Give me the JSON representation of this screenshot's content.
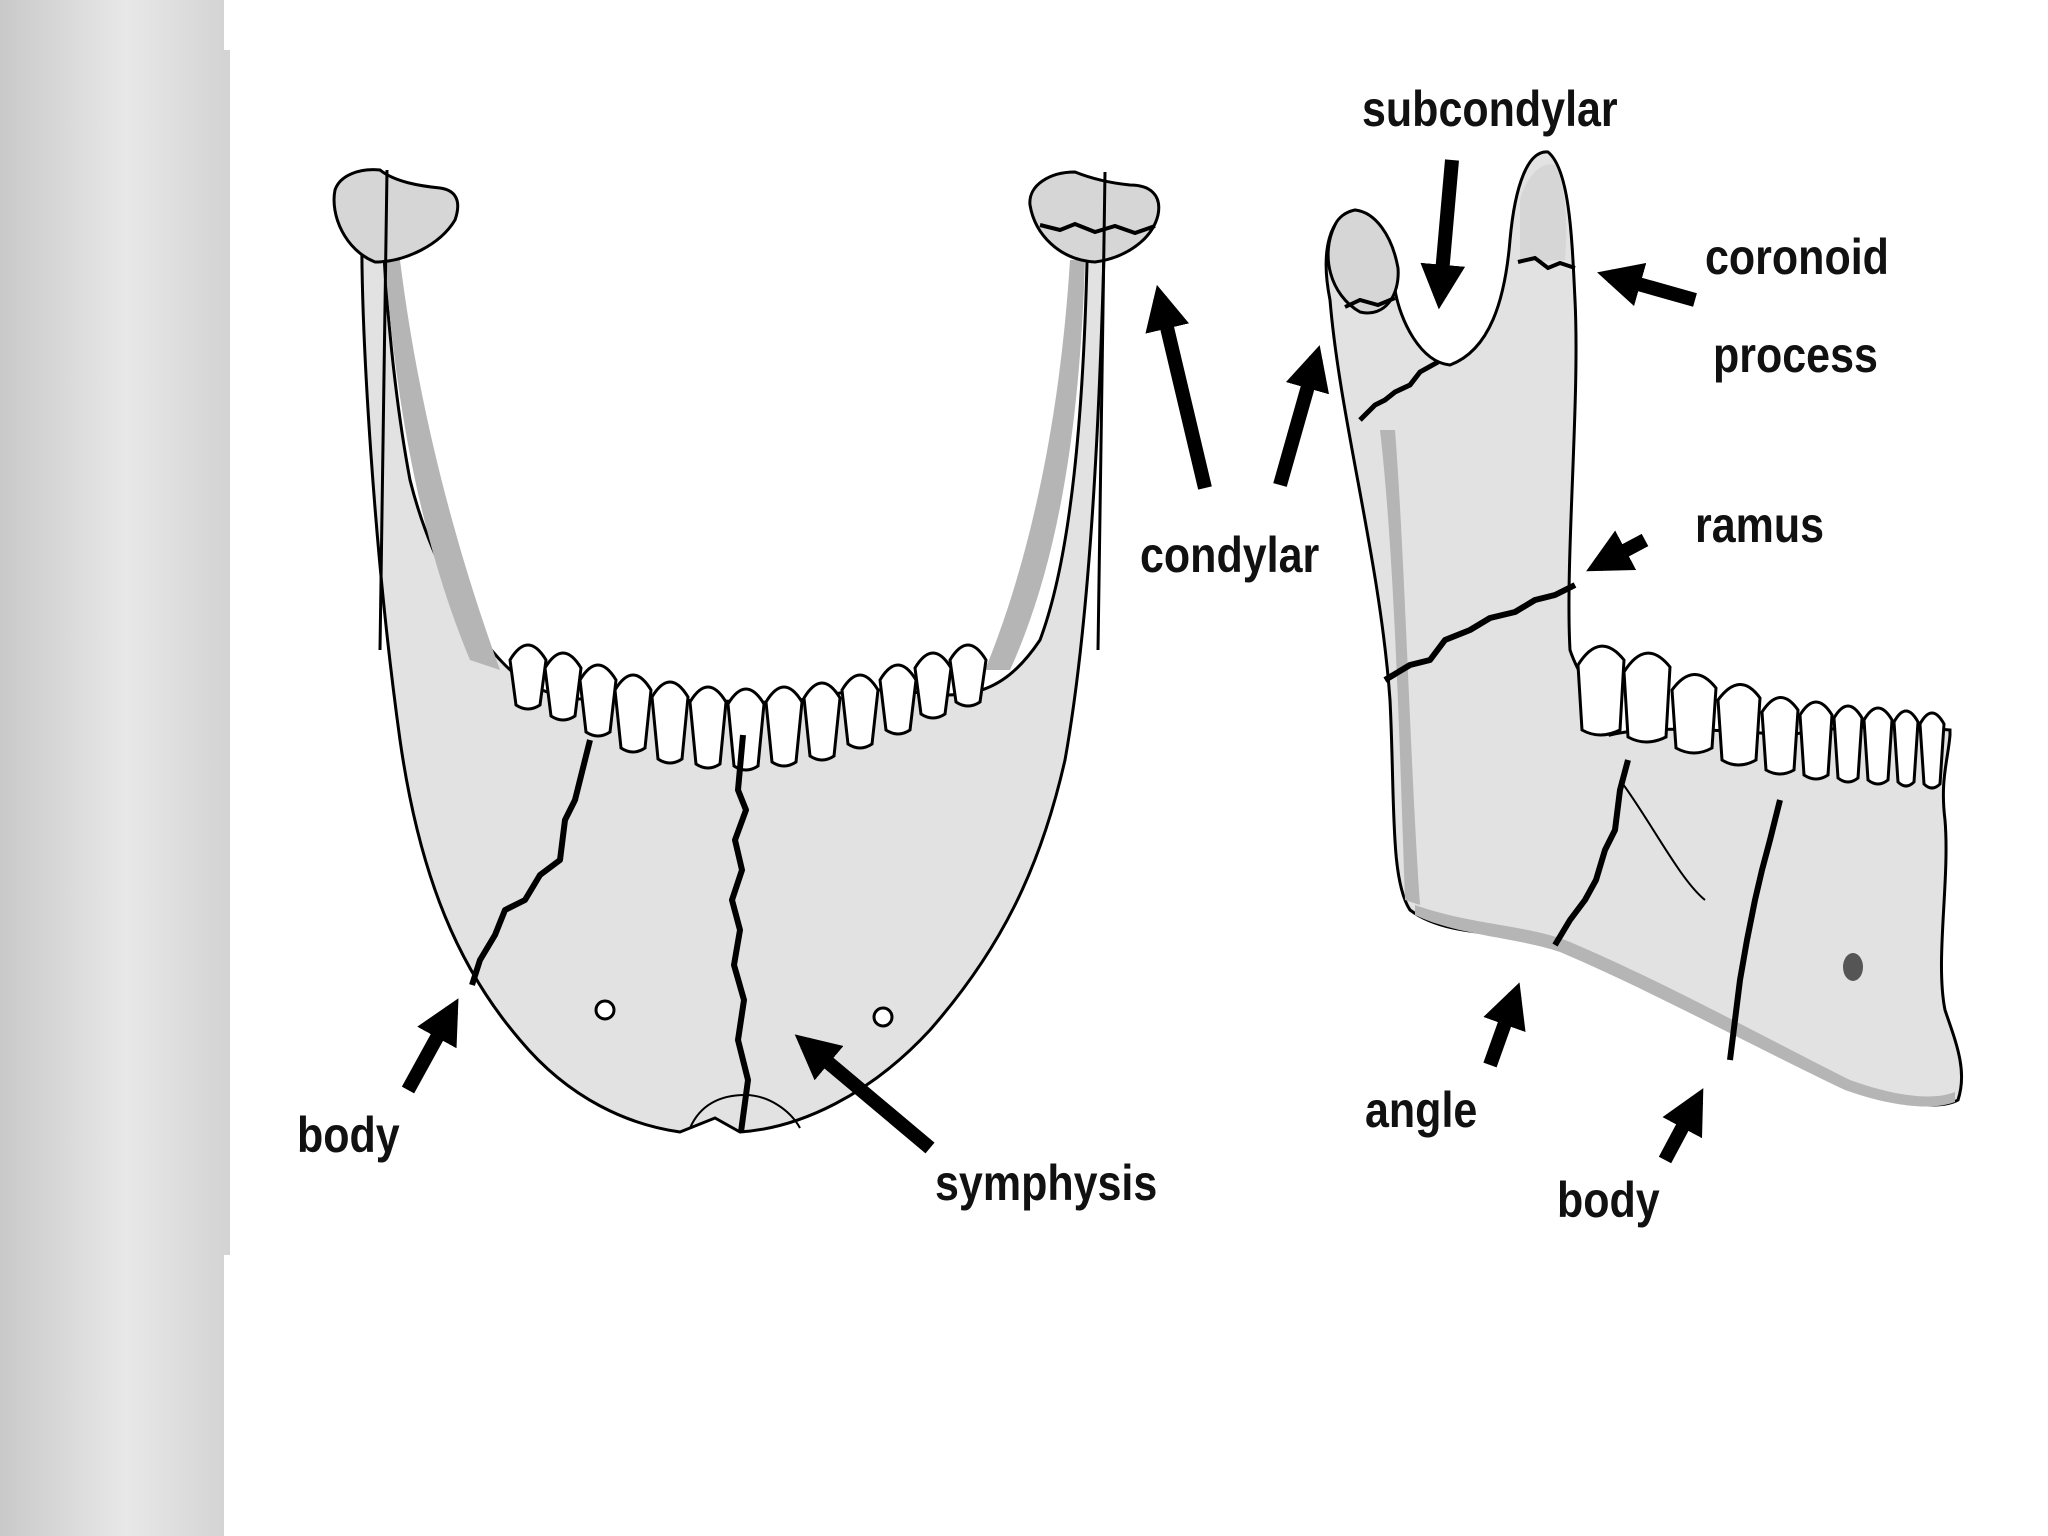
{
  "labels": {
    "subcondylar": "subcondylar",
    "coronoid_line1": "coronoid",
    "coronoid_line2": "process",
    "condylar": "condylar",
    "ramus": "ramus",
    "body_left": "body",
    "symphysis": "symphysis",
    "angle": "angle",
    "body_right": "body"
  },
  "colors": {
    "bone_fill": "#e2e2e2",
    "bone_shadow": "#b5b5b5",
    "outline": "#000000",
    "fracture": "#000000",
    "tooth_fill": "#ffffff",
    "side_band": "#d8d8d8"
  }
}
